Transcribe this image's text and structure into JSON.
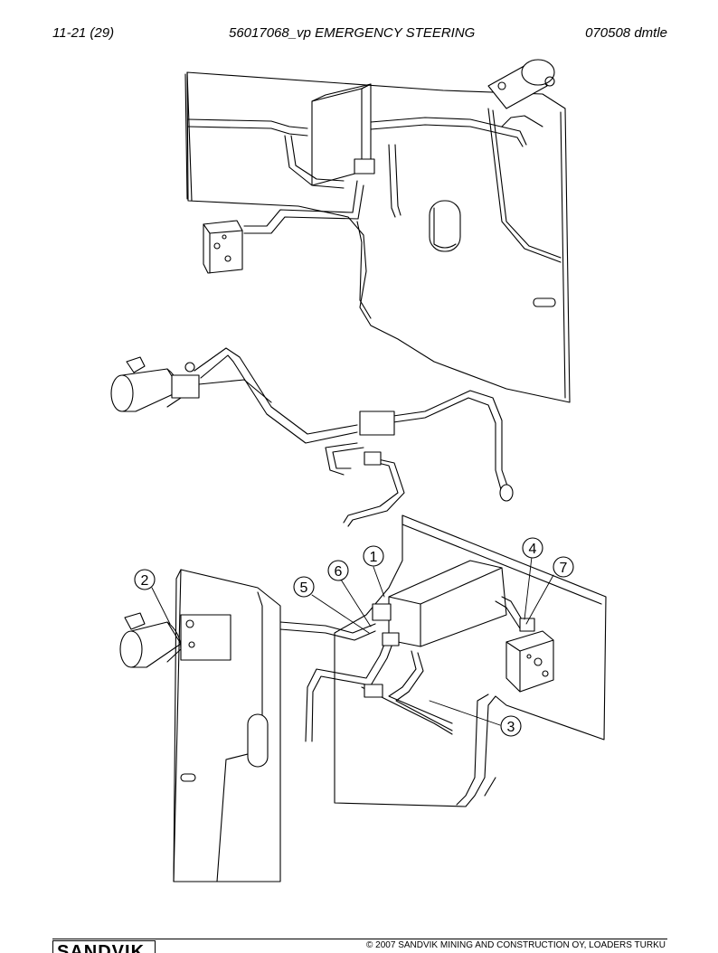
{
  "header": {
    "left": "11-21 (29)",
    "center": "56017068_vp EMERGENCY STEERING",
    "right": "070508 dmtle"
  },
  "footer": {
    "logo": "SANDVIK",
    "copyright": "© 2007 SANDVIK MINING AND CONSTRUCTION OY, LOADERS TURKU"
  },
  "callouts": [
    "1",
    "2",
    "3",
    "4",
    "5",
    "6",
    "7"
  ]
}
